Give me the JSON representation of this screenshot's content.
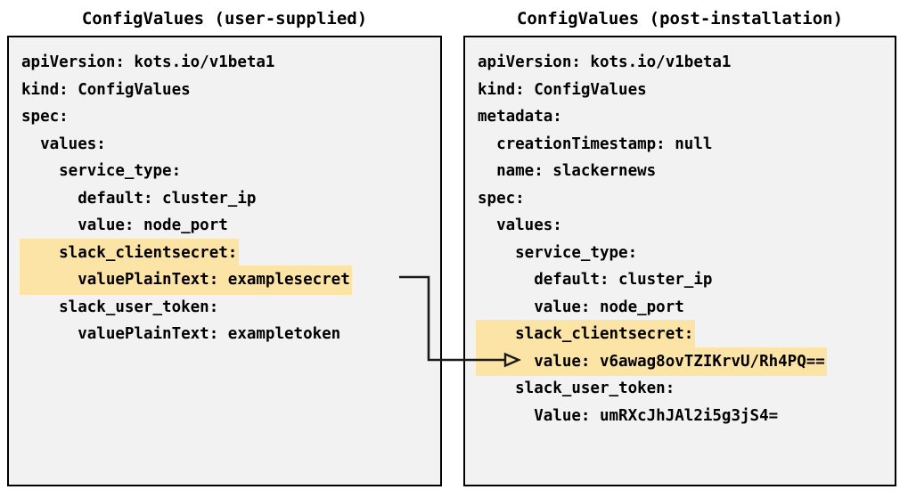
{
  "diagram": {
    "title_left": "ConfigValues (user-supplied)",
    "title_right": "ConfigValues (post-installation)",
    "highlight_color": "#fce3a6",
    "box_fill": "#f2f2f2",
    "box_border": "#000000",
    "text_color": "#000000"
  },
  "left_panel": {
    "title": "ConfigValues (user-supplied)",
    "lines": [
      {
        "text": "apiVersion: kots.io/v1beta1",
        "indent": 0,
        "highlight": false
      },
      {
        "text": "kind: ConfigValues",
        "indent": 0,
        "highlight": false
      },
      {
        "text": "spec:",
        "indent": 0,
        "highlight": false
      },
      {
        "text": "values:",
        "indent": 1,
        "highlight": false
      },
      {
        "text": "service_type:",
        "indent": 2,
        "highlight": false
      },
      {
        "text": "default: cluster_ip",
        "indent": 3,
        "highlight": false
      },
      {
        "text": "value: node_port",
        "indent": 3,
        "highlight": false
      },
      {
        "text": "slack_clientsecret:",
        "indent": 2,
        "highlight": true
      },
      {
        "text": "valuePlainText: examplesecret",
        "indent": 3,
        "highlight": true
      },
      {
        "text": "slack_user_token:",
        "indent": 2,
        "highlight": false
      },
      {
        "text": "valuePlainText: exampletoken",
        "indent": 3,
        "highlight": false
      }
    ]
  },
  "right_panel": {
    "title": "ConfigValues (post-installation)",
    "lines": [
      {
        "text": "apiVersion: kots.io/v1beta1",
        "indent": 0,
        "highlight": false
      },
      {
        "text": "kind: ConfigValues",
        "indent": 0,
        "highlight": false
      },
      {
        "text": "metadata:",
        "indent": 0,
        "highlight": false
      },
      {
        "text": "creationTimestamp: null",
        "indent": 1,
        "highlight": false
      },
      {
        "text": "name: slackernews",
        "indent": 1,
        "highlight": false
      },
      {
        "text": "spec:",
        "indent": 0,
        "highlight": false
      },
      {
        "text": "values:",
        "indent": 1,
        "highlight": false
      },
      {
        "text": "service_type:",
        "indent": 2,
        "highlight": false
      },
      {
        "text": "default: cluster_ip",
        "indent": 3,
        "highlight": false
      },
      {
        "text": "value: node_port",
        "indent": 3,
        "highlight": false
      },
      {
        "text": "slack_clientsecret:",
        "indent": 2,
        "highlight": true
      },
      {
        "text": "value: v6awag8ovTZIKrvU/Rh4PQ==",
        "indent": 3,
        "highlight": true
      },
      {
        "text": "slack_user_token:",
        "indent": 2,
        "highlight": false
      },
      {
        "text": "Value: umRXcJhJAl2i5g3jS4=",
        "indent": 3,
        "highlight": false
      }
    ]
  },
  "connector": {
    "from_line": "valuePlainText: examplesecret",
    "to_line": "value: v6awag8ovTZIKrvU/Rh4PQ==",
    "color": "#1a1a1a"
  }
}
